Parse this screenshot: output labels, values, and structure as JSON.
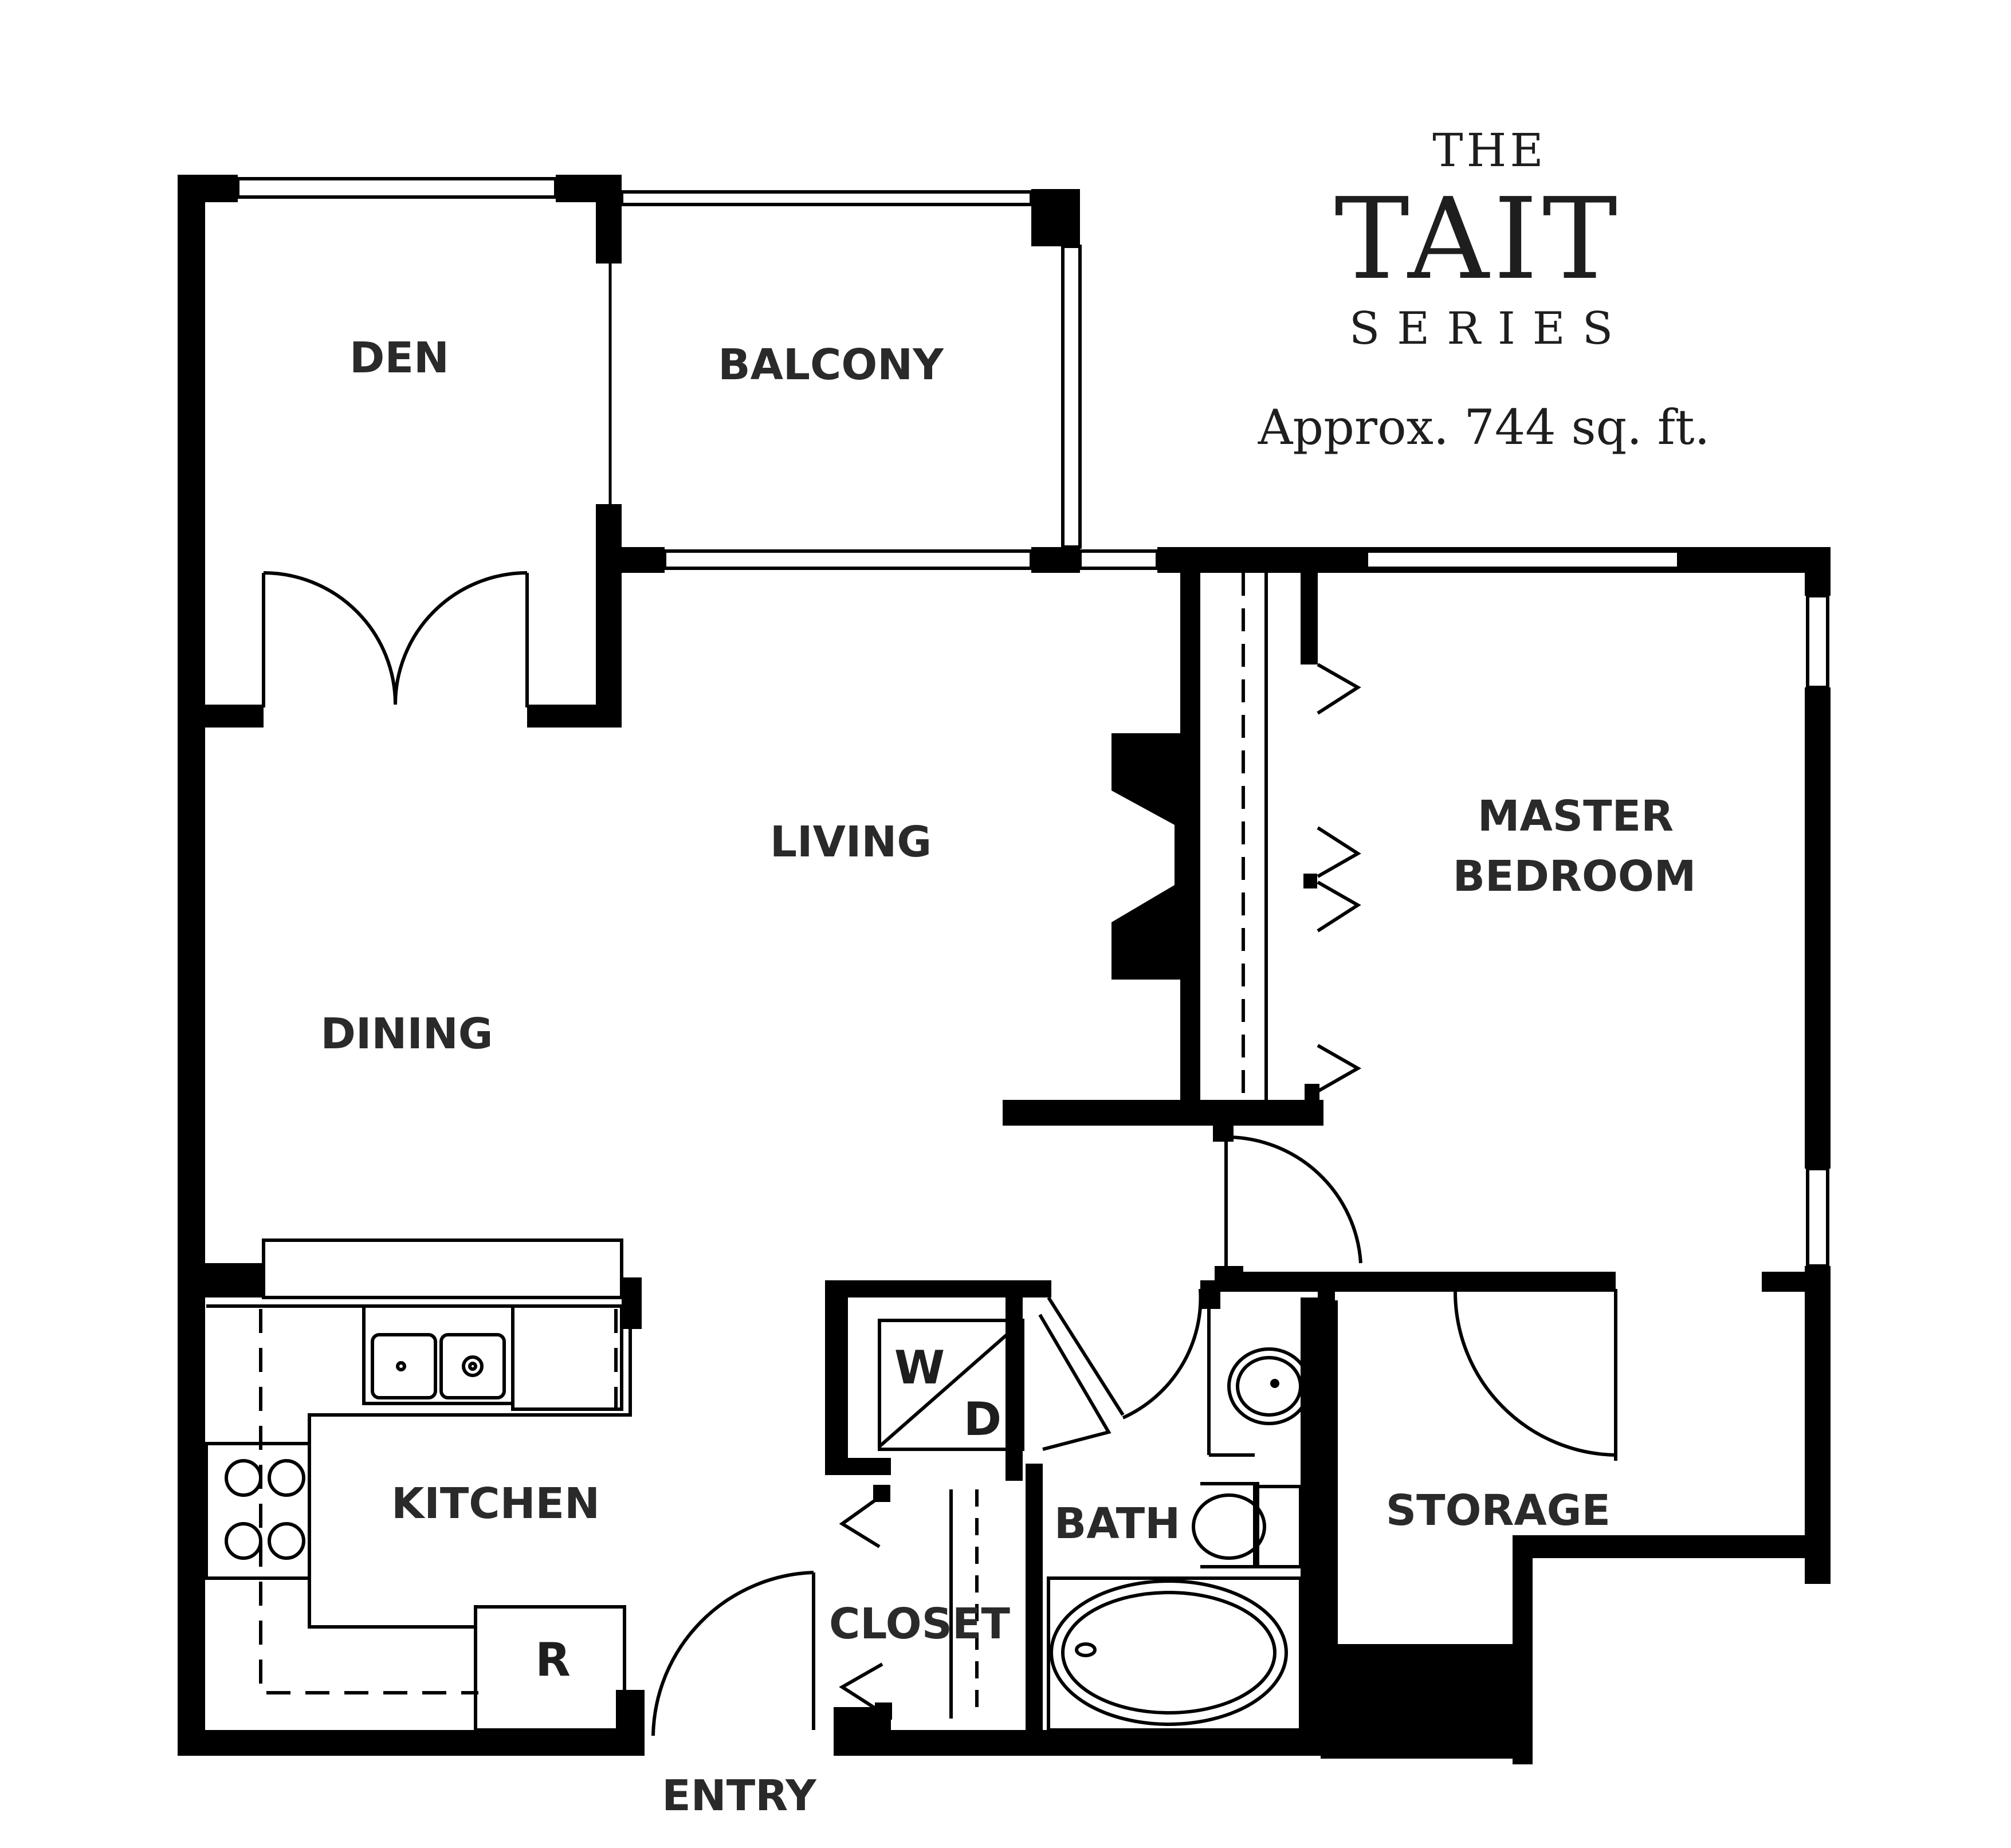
{
  "title": {
    "line1": "THE",
    "line2": "TAIT",
    "line3": "SERIES",
    "area": "Approx. 744 sq. ft."
  },
  "rooms": {
    "den": "DEN",
    "balcony": "BALCONY",
    "living": "LIVING",
    "master_line1": "MASTER",
    "master_line2": "BEDROOM",
    "dining": "DINING",
    "kitchen": "KITCHEN",
    "bath": "BATH",
    "storage": "STORAGE",
    "closet": "CLOSET",
    "entry": "ENTRY"
  },
  "appliances": {
    "washer": "W",
    "dryer": "D",
    "refrigerator": "R"
  },
  "colors": {
    "wall": "#000000",
    "background": "#ffffff",
    "label": "#2a2a2a"
  }
}
